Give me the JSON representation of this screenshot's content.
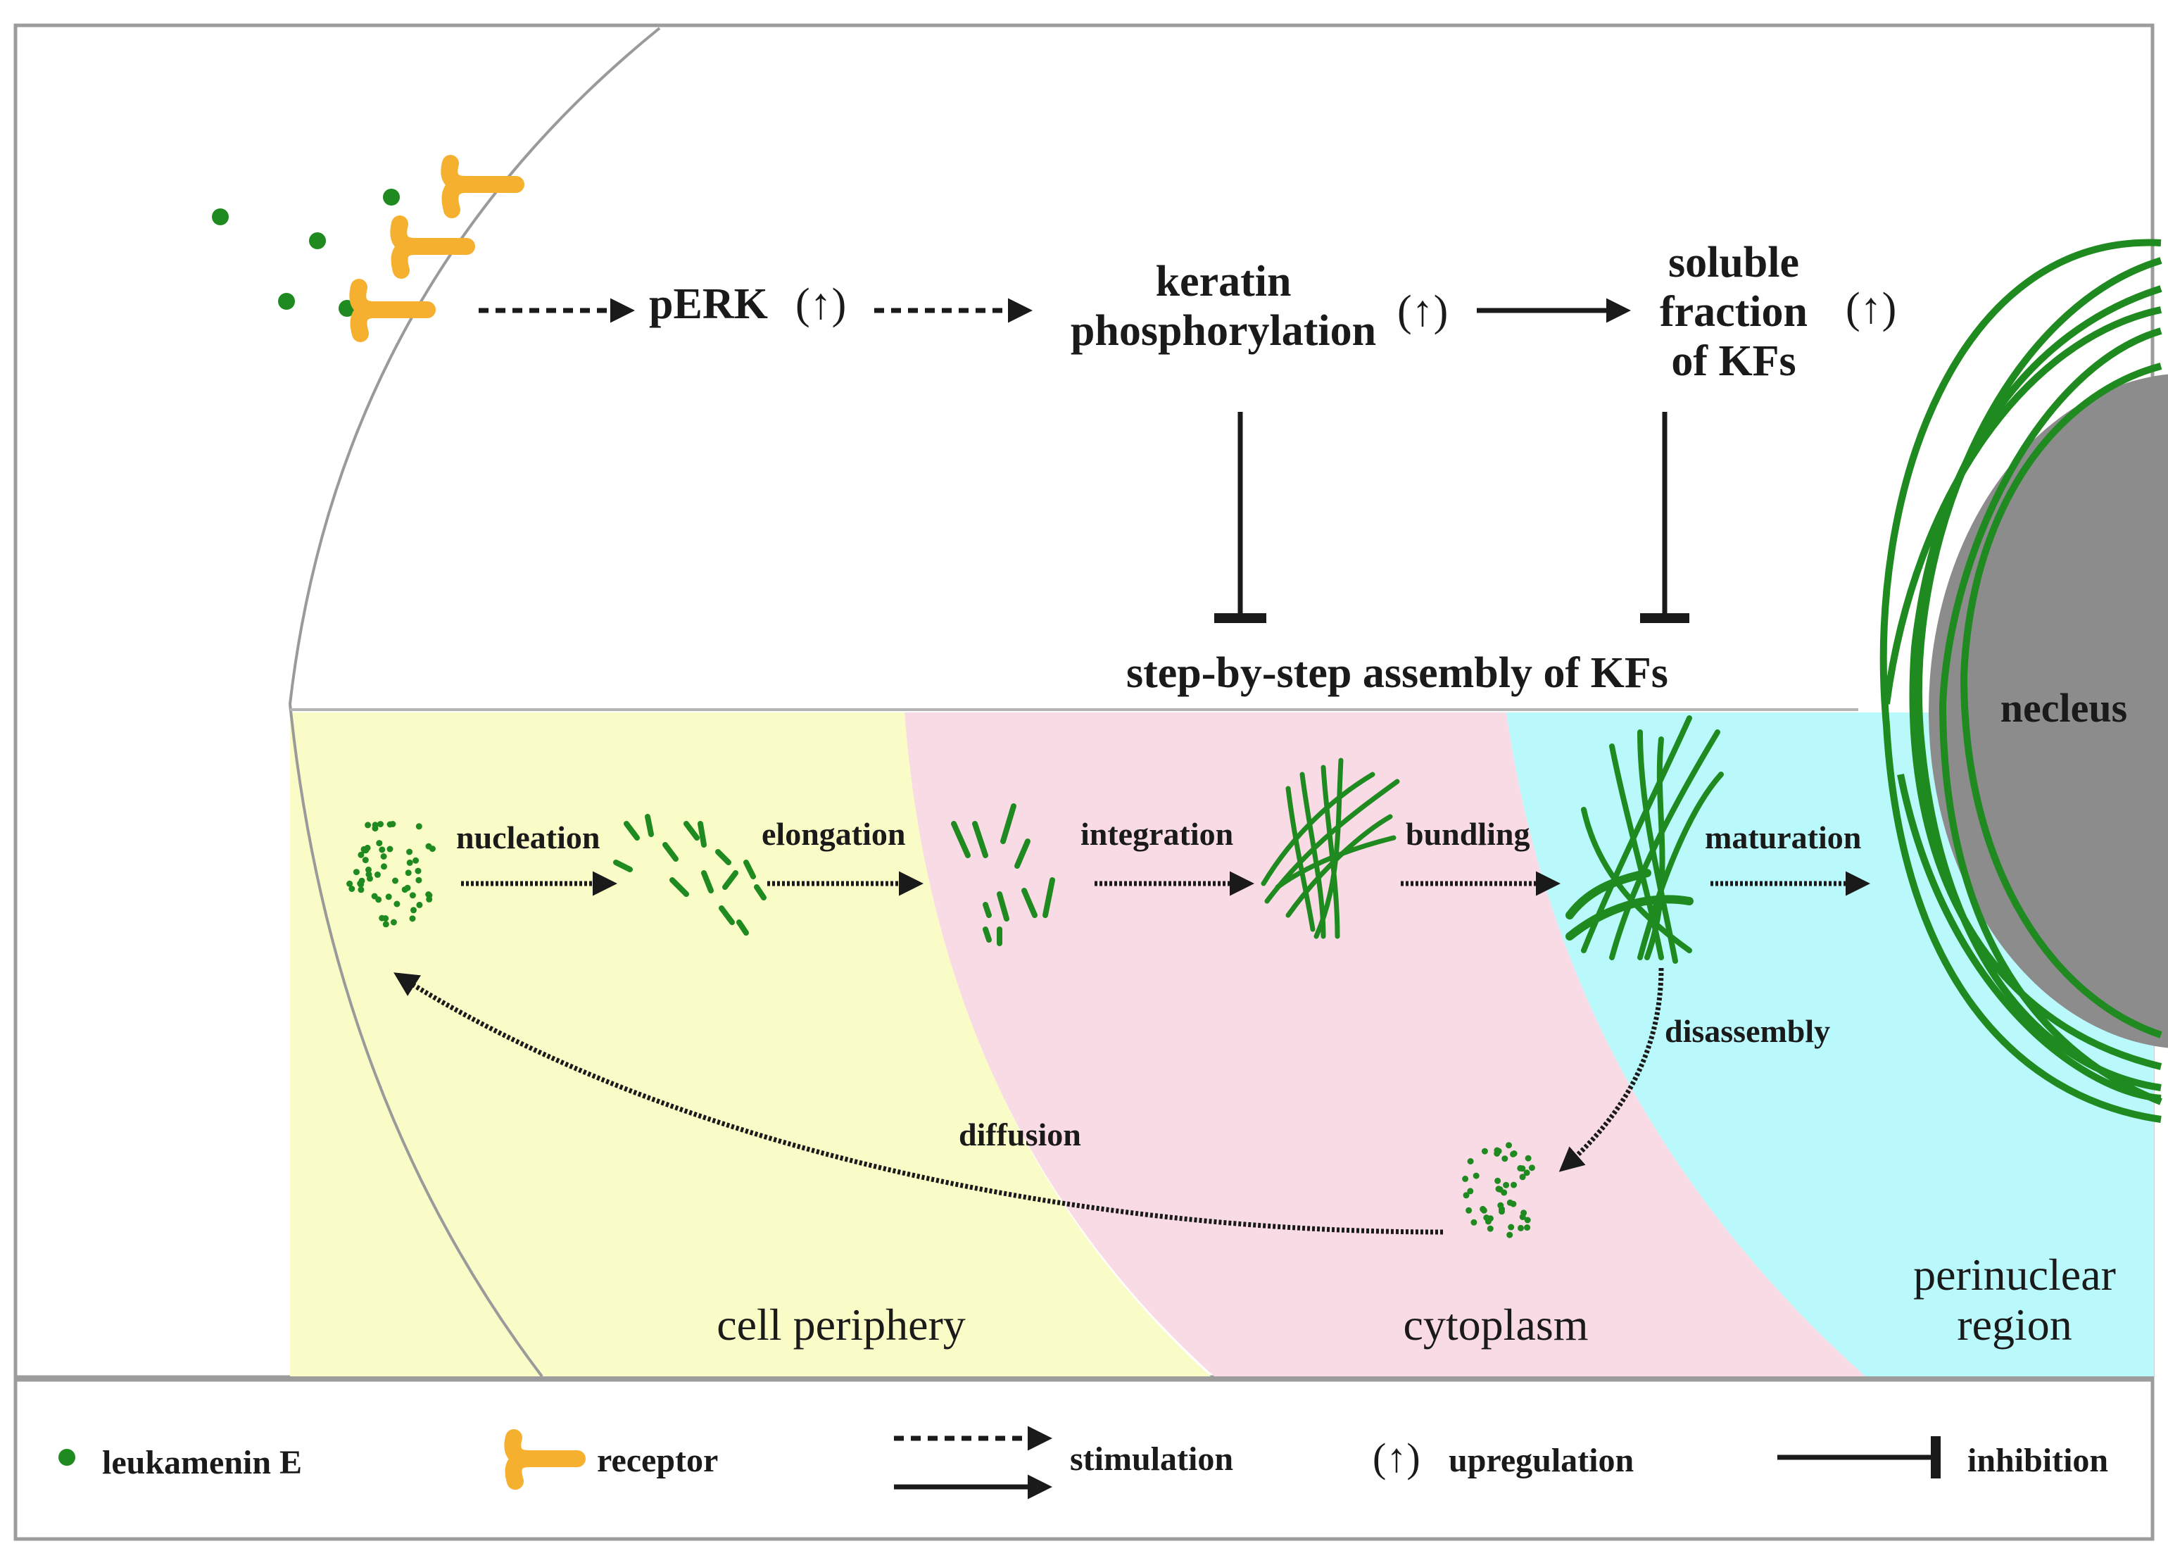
{
  "flow": {
    "perk": "pERK",
    "perk_up": "(↑)",
    "keratin_line1": "keratin",
    "keratin_line2": "phosphorylation",
    "keratin_up": "(↑)",
    "soluble_line1": "soluble",
    "soluble_line2": "fraction",
    "soluble_line3": "of KFs",
    "soluble_up": "(↑)",
    "assembly_label": "step-by-step assembly of KFs",
    "nucleus_label": "necleus"
  },
  "stages": {
    "nucleation": "nucleation",
    "elongation": "elongation",
    "integration": "integration",
    "bundling": "bundling",
    "maturation": "maturation",
    "disassembly": "disassembly",
    "diffusion": "diffusion"
  },
  "regions": {
    "periphery": "cell periphery",
    "cytoplasm": "cytoplasm",
    "perinuclear_line1": "perinuclear",
    "perinuclear_line2": "region"
  },
  "legend": {
    "leukamenin": "leukamenin E",
    "receptor": "receptor",
    "stimulation": "stimulation",
    "upregulation_symbol": "(↑)",
    "upregulation": "upregulation",
    "inhibition": "inhibition"
  },
  "colors": {
    "receptor": "#f5b030",
    "filament": "#1f8a1f",
    "periphery": "#fafcc8",
    "cytoplasm": "#f9dbe6",
    "perinuclear": "#b9f9fb",
    "nucleus": "#8c8c8c"
  }
}
